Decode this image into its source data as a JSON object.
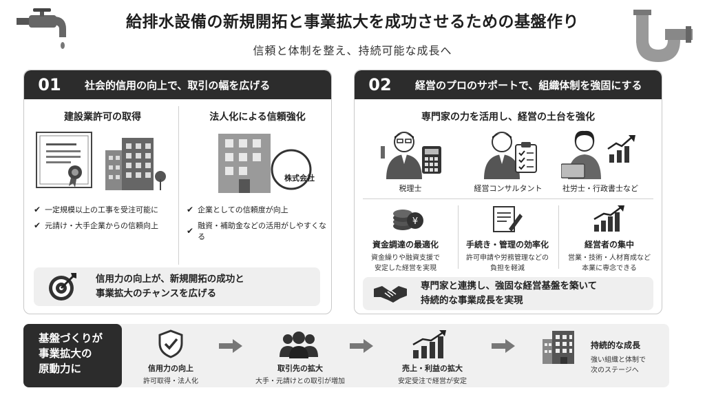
{
  "header": {
    "title": "給排水設備の新規開拓と事業拡大を成功させるための基盤作り",
    "subtitle": "信頼と体制を整え、持続可能な成長へ"
  },
  "panel1": {
    "number": "01",
    "title": "社会的信用の向上で、取引の幅を広げる",
    "left_col": {
      "title": "建設業許可の取得",
      "bullets": [
        "一定規模以上の工事を受注可能に",
        "元請け・大手企業からの信頼向上"
      ]
    },
    "right_col": {
      "title": "法人化による信頼強化",
      "badge": "株式会社",
      "bullets": [
        "企業としての信頼度が向上",
        "融資・補助金などの活用がしやすくなる"
      ]
    },
    "callout": [
      "信用力の向上が、新規開拓の成功と",
      "事業拡大のチャンスを広げる"
    ]
  },
  "panel2": {
    "number": "02",
    "title": "経営のプロのサポートで、組織体制を強固にする",
    "heading": "専門家の力を活用し、経営の土台を強化",
    "experts": [
      "税理士",
      "経営コンサルタント",
      "社労士・行政書士など"
    ],
    "benefits": [
      {
        "title": "資金調達の最適化",
        "desc": [
          "資金繰りや融資支援で",
          "安定した経営を実現"
        ]
      },
      {
        "title": "手続き・管理の効率化",
        "desc": [
          "許可申請や労務管理などの",
          "負担を軽減"
        ]
      },
      {
        "title": "経営者の集中",
        "desc": [
          "営業・技術・人材育成など",
          "本業に専念できる"
        ]
      }
    ],
    "callout": [
      "専門家と連携し、強固な経営基盤を築いて",
      "持続的な事業成長を実現"
    ]
  },
  "bottom": {
    "label": [
      "基盤づくりが",
      "事業拡大の",
      "原動力に"
    ],
    "steps": [
      {
        "title": "信用力の向上",
        "sub": "許可取得・法人化"
      },
      {
        "title": "取引先の拡大",
        "sub": "大手・元請けとの取引が増加"
      },
      {
        "title": "売上・利益の拡大",
        "sub": "安定受注で経営が安定"
      },
      {
        "title": "持続的な成長",
        "sub": [
          "強い組織と体制で",
          "次のステージへ"
        ]
      }
    ]
  },
  "icons": [
    "faucet-icon",
    "pipe-icon",
    "certificate-icon",
    "building-icon",
    "company-building-icon",
    "target-icon",
    "tax-accountant-icon",
    "calculator-icon",
    "consultant-icon",
    "clipboard-icon",
    "labor-consultant-icon",
    "growth-chart-icon",
    "coins-icon",
    "document-pen-icon",
    "bar-chart-icon",
    "handshake-icon",
    "shield-check-icon",
    "people-icon",
    "rising-chart-icon",
    "office-building-icon",
    "arrow-right-icon"
  ]
}
